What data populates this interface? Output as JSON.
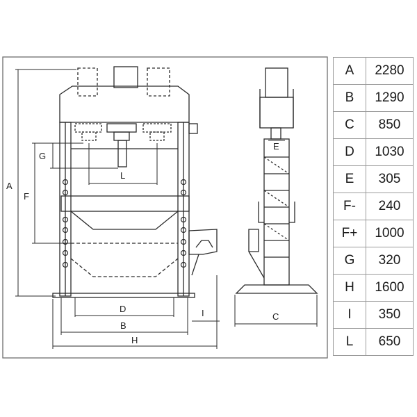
{
  "labels": {
    "A": "A",
    "B": "B",
    "C": "C",
    "D": "D",
    "E": "E",
    "F": "F",
    "G": "G",
    "H": "H",
    "I": "I",
    "L": "L"
  },
  "table": [
    {
      "key": "A",
      "value": "2280"
    },
    {
      "key": "B",
      "value": "1290"
    },
    {
      "key": "C",
      "value": "850"
    },
    {
      "key": "D",
      "value": "1030"
    },
    {
      "key": "E",
      "value": "305"
    },
    {
      "key": "F-",
      "value": "240"
    },
    {
      "key": "F+",
      "value": "1000"
    },
    {
      "key": "G",
      "value": "320"
    },
    {
      "key": "H",
      "value": "1600"
    },
    {
      "key": "I",
      "value": "350"
    },
    {
      "key": "L",
      "value": "650"
    }
  ]
}
